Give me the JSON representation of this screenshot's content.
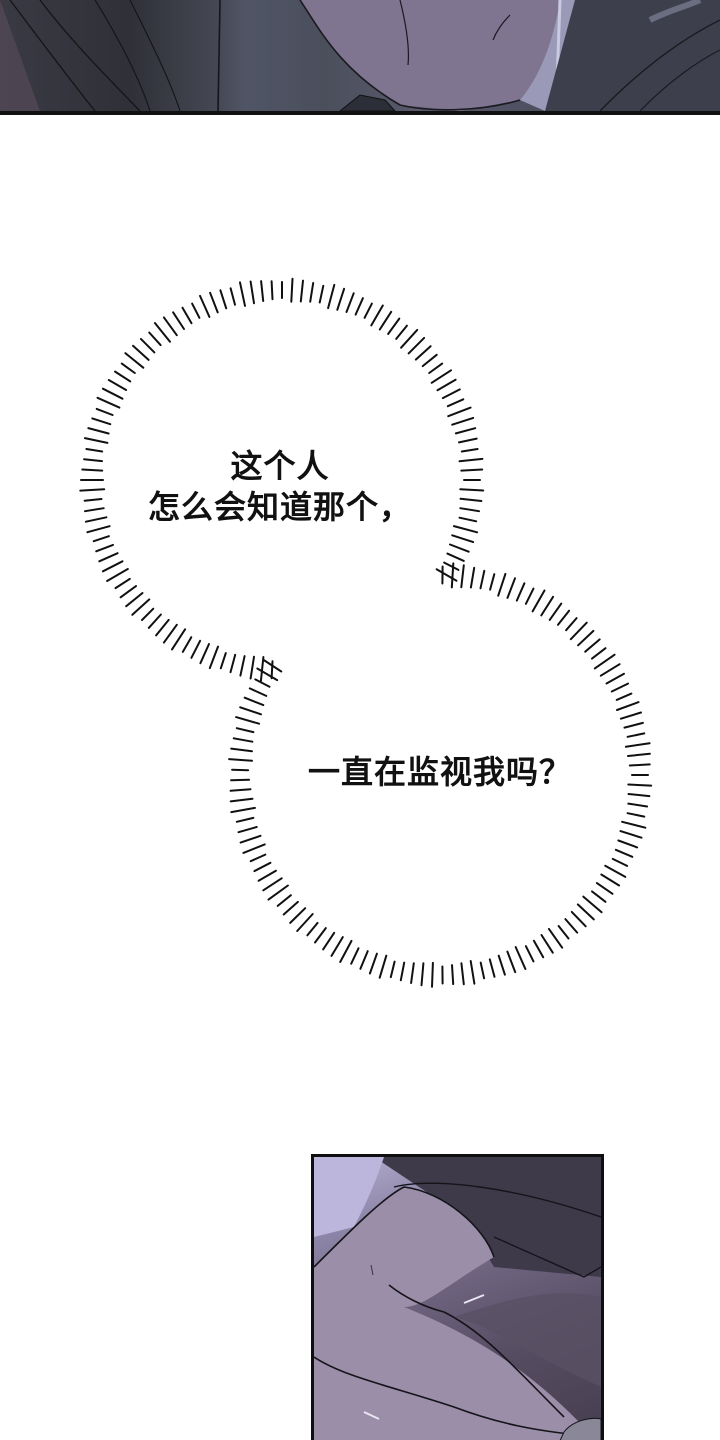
{
  "page": {
    "type": "webtoon-page",
    "background": "#ffffff"
  },
  "panels": [
    {
      "id": "panel-top",
      "description": "close-up of a character's chin and neck with dark hair and collar",
      "border_color": "#111114"
    },
    {
      "id": "panel-bottom",
      "description": "close-up of an arm or hand resting over dark fabric, with sweat marks",
      "border_color": "#0f0f12"
    }
  ],
  "bubbles": [
    {
      "id": "thought-bubble-1",
      "style": "radial-tick-thought",
      "lines": [
        "这个人",
        "怎么会知道那个，"
      ]
    },
    {
      "id": "thought-bubble-2",
      "style": "radial-tick-thought",
      "lines": [
        "一直在监视我吗？"
      ]
    }
  ],
  "colors": {
    "text": "#111111",
    "tick": "#111111",
    "skin_top": "#7e7590",
    "hair_dark": "#2f3038",
    "skin_bottom": "#8c84a6"
  }
}
